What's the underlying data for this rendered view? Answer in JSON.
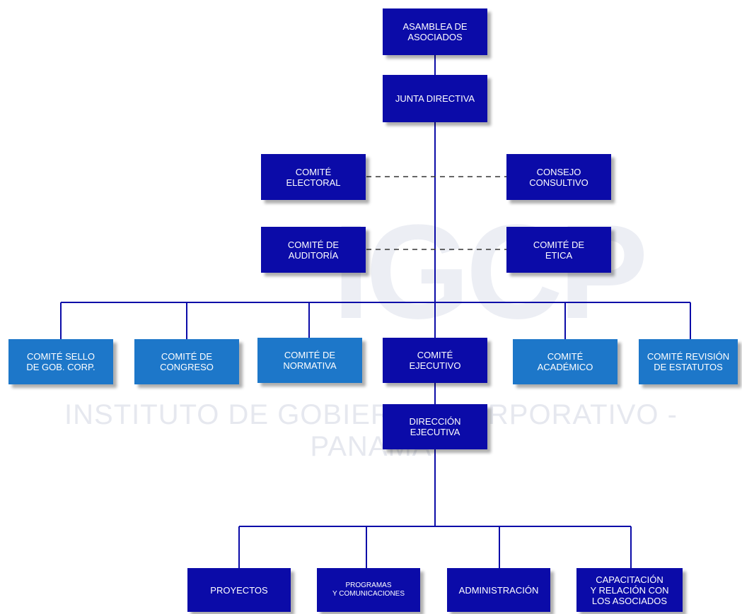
{
  "watermark": {
    "logo": "IGCP",
    "text": "INSTITUTO DE GOBIERNO CORPORATIVO - PANAMA"
  },
  "colors": {
    "navy": "#0b0ba8",
    "blue": "#1d77c9",
    "line": "#0b0ba8"
  },
  "nodes": {
    "asamblea": "ASAMBLEA DE\nASOCIADOS",
    "junta": "JUNTA DIRECTIVA",
    "electoral": "COMITÉ\nELECTORAL",
    "consejo": "CONSEJO\nCONSULTIVO",
    "auditoria": "COMITÉ  DE\nAUDITORÍA",
    "etica": "COMITÉ DE\nETICA",
    "sello": "COMITÉ SELLO\nDE GOB. CORP.",
    "congreso": "COMITÉ DE\nCONGRESO",
    "normativa": "COMITÉ DE\nNORMATIVA",
    "ejecutivo": "COMITÉ\nEJECUTIVO",
    "academico": "COMITÉ\nACADÉMICO",
    "revision": "COMITÉ REVISIÓN\nDE ESTATUTOS",
    "direccion": "DIRECCIÓN\nEJECUTIVA",
    "proyectos": "PROYECTOS",
    "programas": "PROGRAMAS\nY COMUNICACIONES",
    "administracion": "ADMINISTRACIÓN",
    "capacitacion": "CAPACITACIÓN\nY RELACIÓN CON\nLOS ASOCIADOS"
  }
}
